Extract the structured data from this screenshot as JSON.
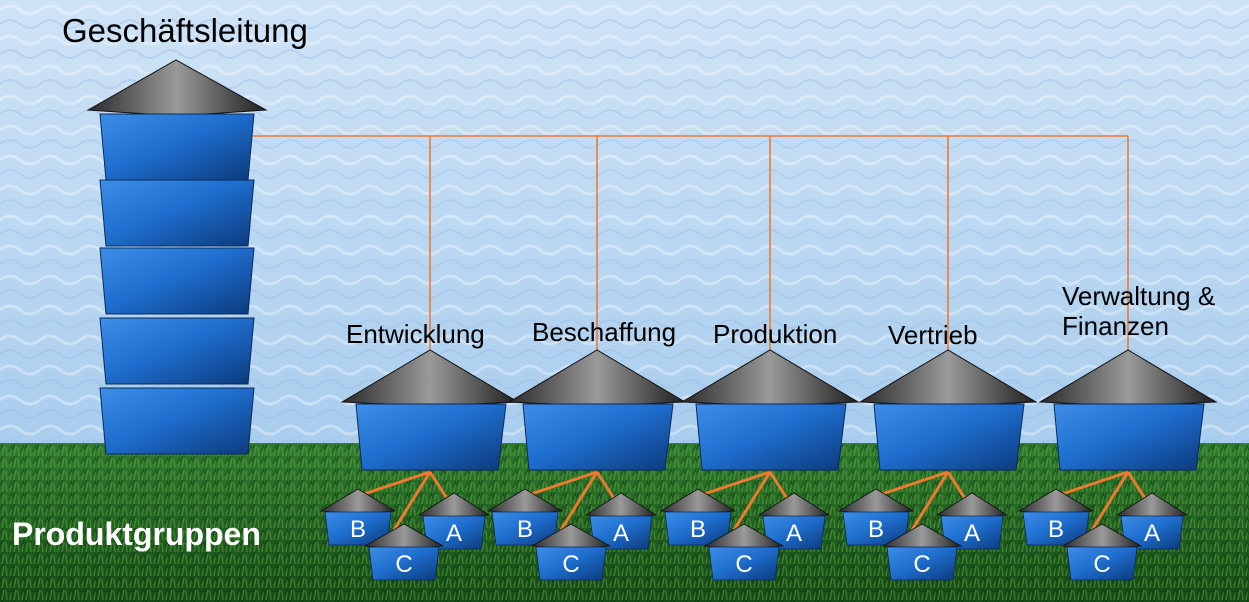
{
  "diagram": {
    "title": "Geschäftsleitung",
    "bottom_label": "Produktgruppen",
    "departments": [
      {
        "label": "Entwicklung"
      },
      {
        "label": "Beschaffung"
      },
      {
        "label": "Produktion"
      },
      {
        "label": "Vertrieb"
      },
      {
        "label": "Verwaltung & Finanzen"
      }
    ],
    "product_groups": [
      "B",
      "A",
      "C"
    ],
    "colors": {
      "sky": "#bcd8f2",
      "grass": "#1e5a1e",
      "box": "#1f6fd0",
      "roof": "#555555",
      "connector_line": "#ee7a30"
    }
  }
}
